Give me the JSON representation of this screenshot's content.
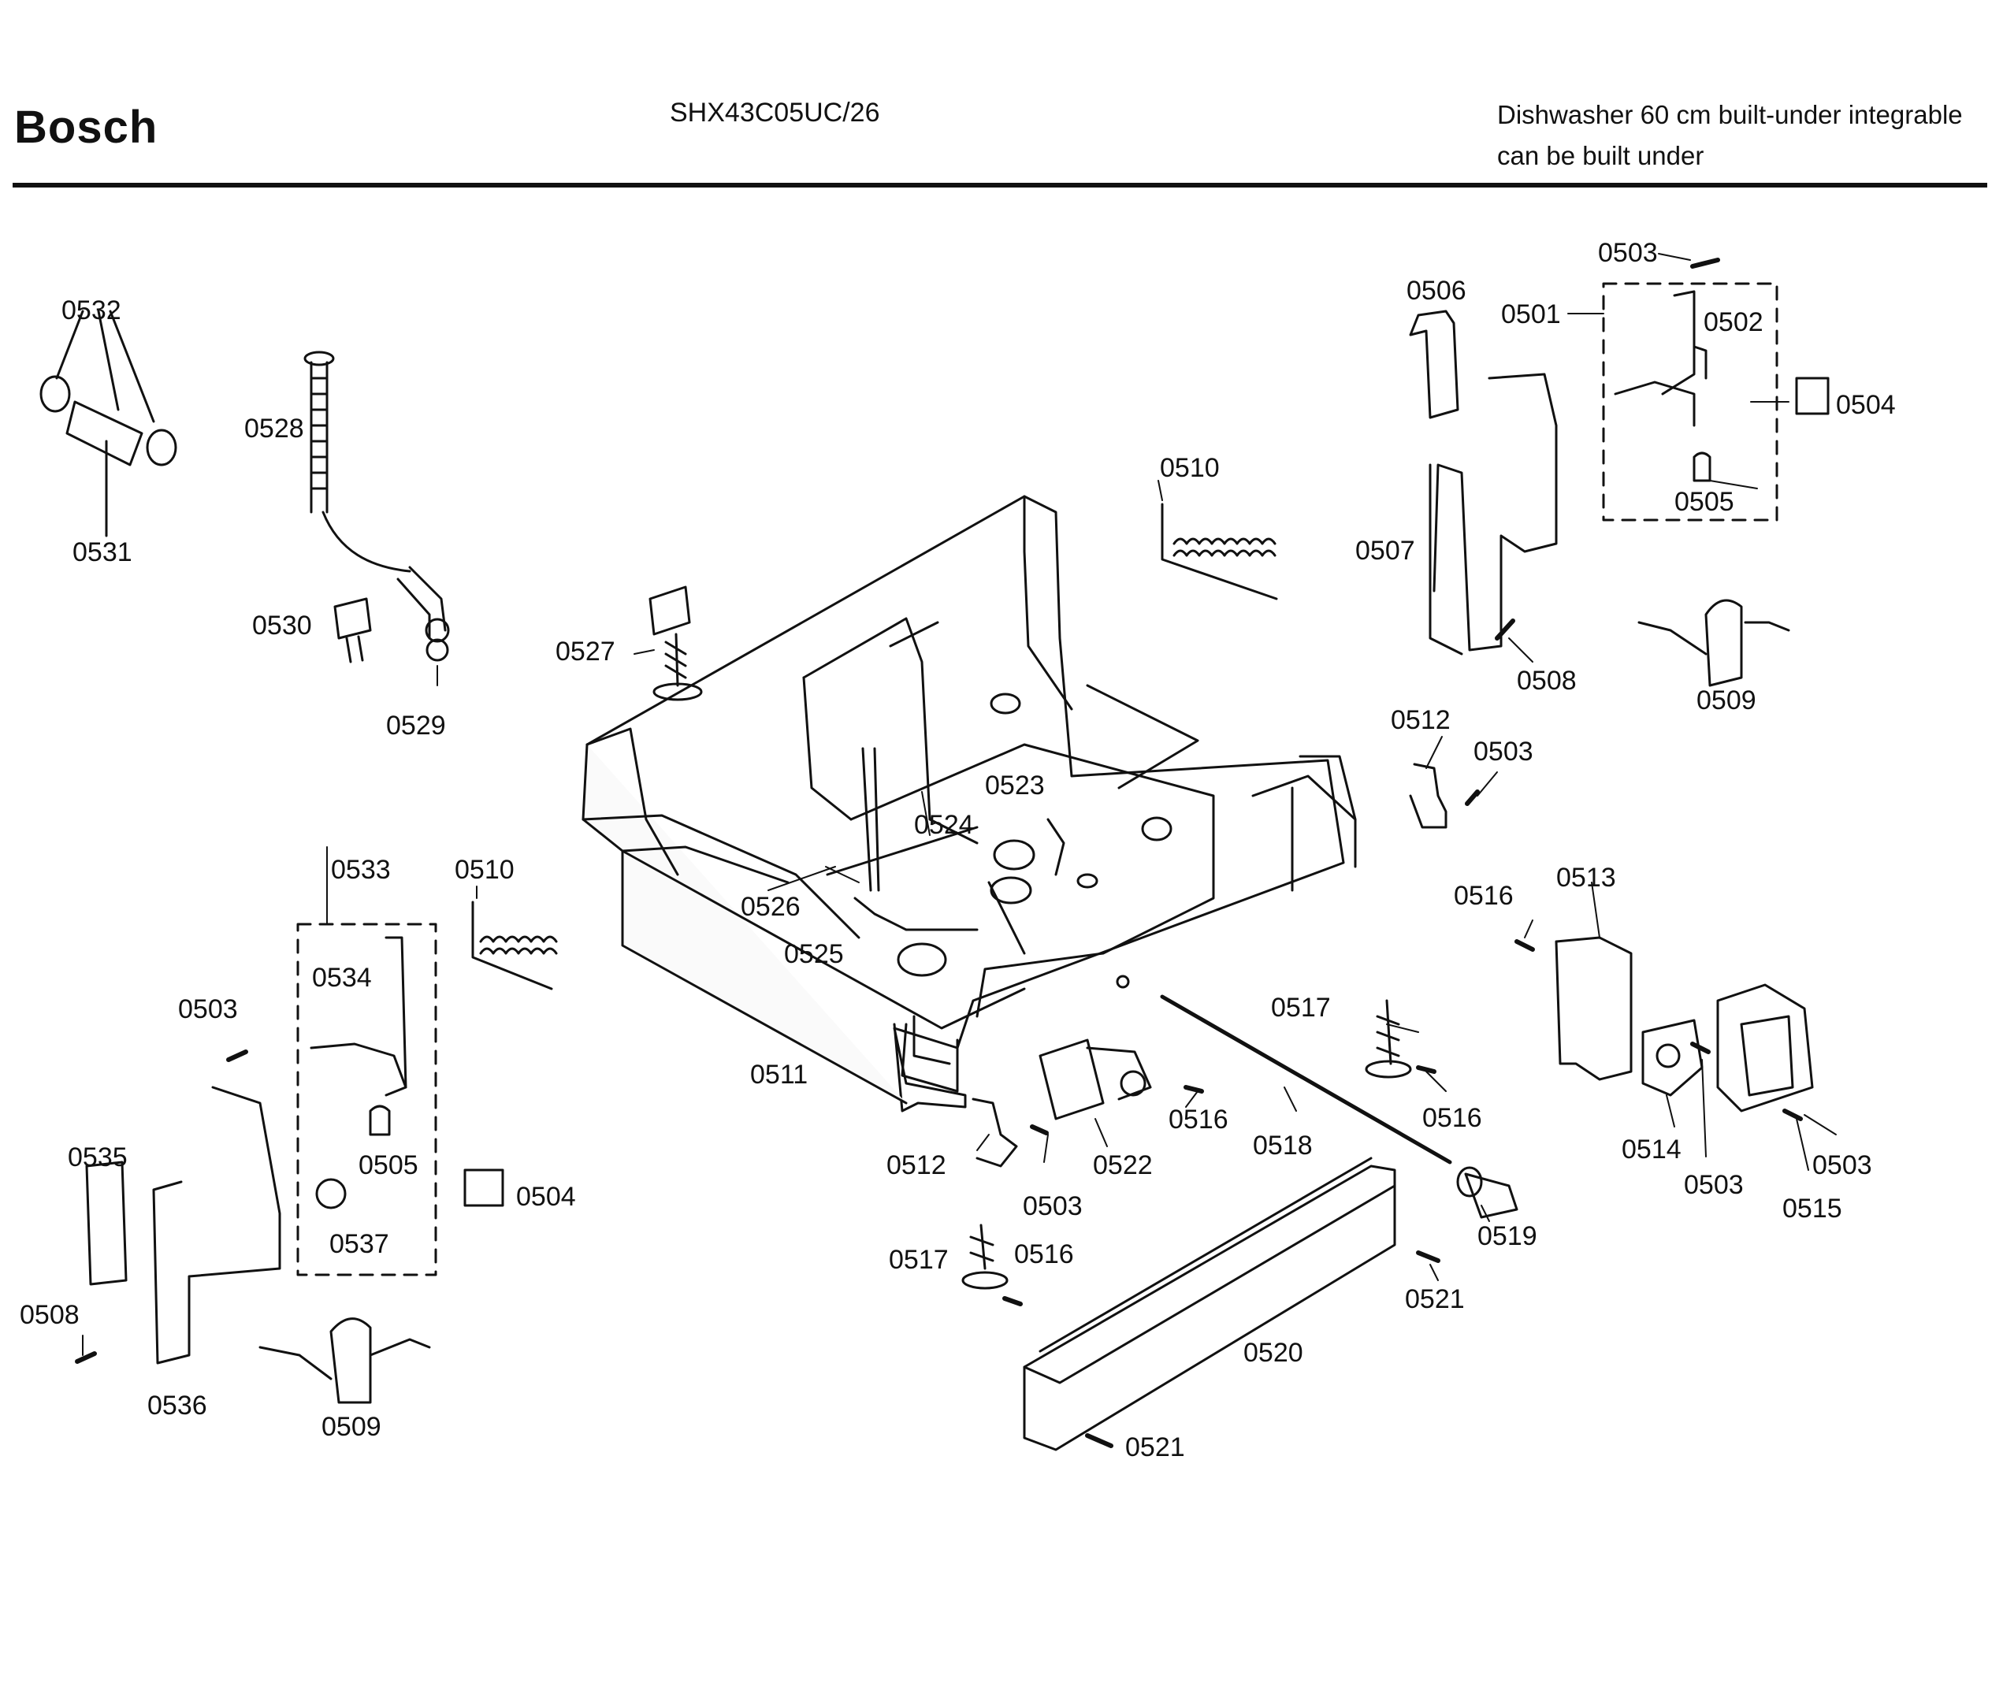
{
  "header": {
    "brand": "Bosch",
    "model": "SHX43C05UC/26",
    "description_line1": "Dishwasher 60 cm built-under integrable",
    "description_line2": "can be built under"
  },
  "callouts": {
    "p0501": "0501",
    "p0502": "0502",
    "p0503": "0503",
    "p0504": "0504",
    "p0505": "0505",
    "p0506": "0506",
    "p0507": "0507",
    "p0508": "0508",
    "p0509": "0509",
    "p0510": "0510",
    "p0511": "0511",
    "p0512": "0512",
    "p0513": "0513",
    "p0514": "0514",
    "p0515": "0515",
    "p0516": "0516",
    "p0517": "0517",
    "p0518": "0518",
    "p0519": "0519",
    "p0520": "0520",
    "p0521": "0521",
    "p0522": "0522",
    "p0523": "0523",
    "p0524": "0524",
    "p0525": "0525",
    "p0526": "0526",
    "p0527": "0527",
    "p0528": "0528",
    "p0529": "0529",
    "p0530": "0530",
    "p0531": "0531",
    "p0532": "0532",
    "p0533": "0533",
    "p0534": "0534",
    "p0535": "0535",
    "p0536": "0536",
    "p0537": "0537"
  }
}
